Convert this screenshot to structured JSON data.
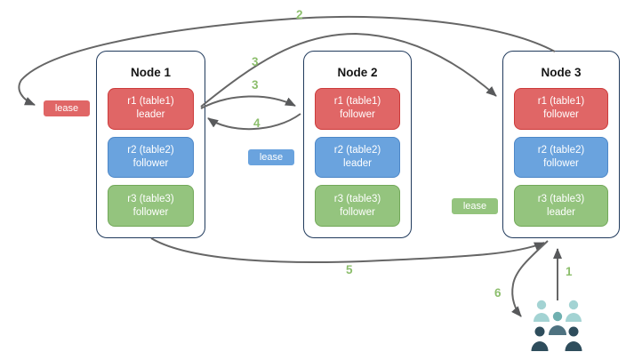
{
  "diagram": {
    "nodes": [
      {
        "title": "Node 1",
        "replicas": [
          {
            "name": "r1 (table1)",
            "role": "leader",
            "color": "red"
          },
          {
            "name": "r2 (table2)",
            "role": "follower",
            "color": "blue"
          },
          {
            "name": "r3 (table3)",
            "role": "follower",
            "color": "green"
          }
        ]
      },
      {
        "title": "Node 2",
        "replicas": [
          {
            "name": "r1 (table1)",
            "role": "follower",
            "color": "red"
          },
          {
            "name": "r2 (table2)",
            "role": "leader",
            "color": "blue"
          },
          {
            "name": "r3 (table3)",
            "role": "follower",
            "color": "green"
          }
        ]
      },
      {
        "title": "Node 3",
        "replicas": [
          {
            "name": "r1 (table1)",
            "role": "follower",
            "color": "red"
          },
          {
            "name": "r2 (table2)",
            "role": "follower",
            "color": "blue"
          },
          {
            "name": "r3 (table3)",
            "role": "leader",
            "color": "green"
          }
        ]
      }
    ],
    "leases": [
      {
        "label": "lease",
        "color": "red"
      },
      {
        "label": "lease",
        "color": "blue"
      },
      {
        "label": "lease",
        "color": "green"
      }
    ],
    "arrows": [
      {
        "number": "1",
        "from": "clients",
        "to": "node3-bottom"
      },
      {
        "number": "2",
        "from": "node3-top",
        "to": "lease-red"
      },
      {
        "number": "3",
        "from": "node1-r1-leader",
        "to": "node3-r1-follower"
      },
      {
        "number": "3",
        "from": "node1-r1-leader",
        "to": "node2-r1-follower"
      },
      {
        "number": "4",
        "from": "node2-r1",
        "to": "node1-r1-leader"
      },
      {
        "number": "5",
        "from": "node1-bottom",
        "to": "node3-bottom"
      },
      {
        "number": "6",
        "from": "node3-bottom",
        "to": "clients"
      }
    ],
    "colors": {
      "red": "#e06666",
      "red_border": "#cc3b3b",
      "blue": "#6aa3de",
      "blue_border": "#4d87c7",
      "green": "#94c47e",
      "green_border": "#72a859",
      "arrow": "#666666",
      "arrowhead": "#58595b",
      "number": "#8cbe6c",
      "node_border": "#203a5c",
      "client_back": "#a3d3d3",
      "client_mid": "#6fb0b0",
      "client_mid_body": "#4e7280",
      "client_front": "#2e4d5c"
    }
  }
}
